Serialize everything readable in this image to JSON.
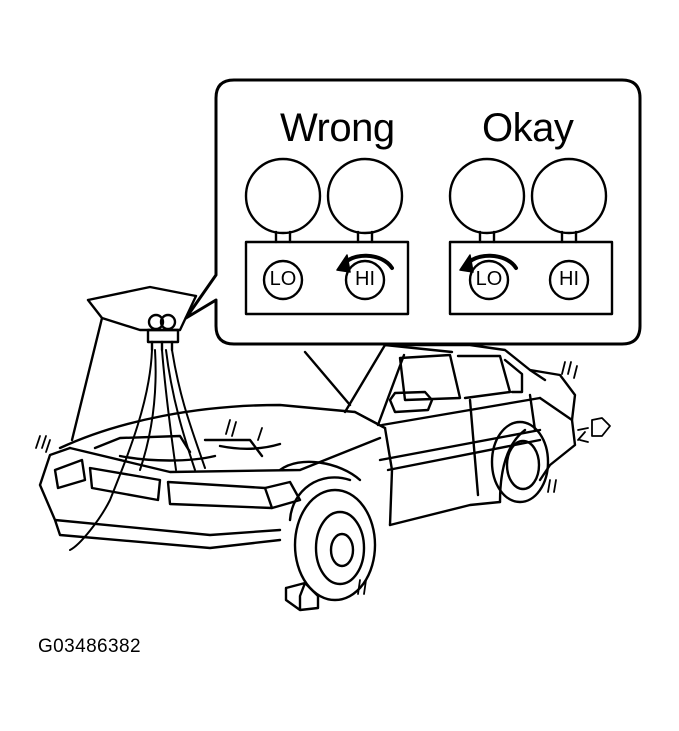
{
  "callout": {
    "wrong_title": "Wrong",
    "okay_title": "Okay",
    "wrong_panel": {
      "lo_label": "LO",
      "hi_label": "HI"
    },
    "okay_panel": {
      "lo_label": "LO",
      "hi_label": "HI"
    }
  },
  "figure_id": "G03486382",
  "colors": {
    "ink": "#000000",
    "background": "#ffffff"
  }
}
